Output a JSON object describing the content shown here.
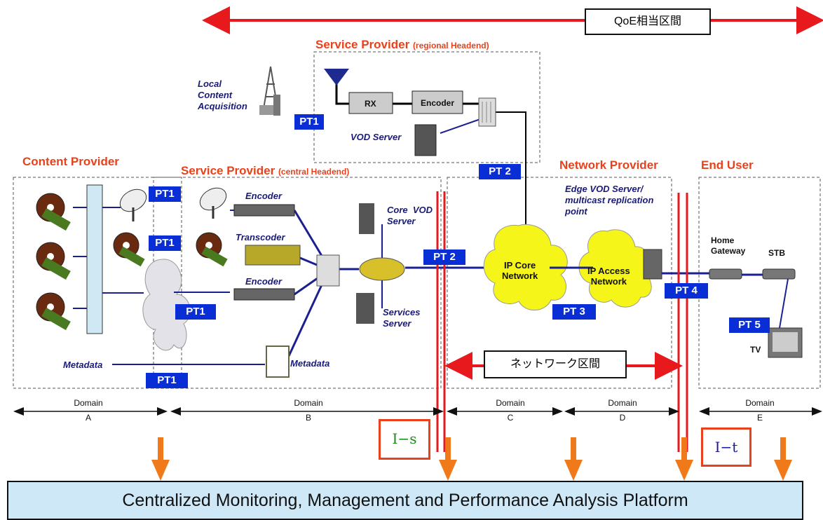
{
  "qoe_label": "QoE相当区間",
  "network_section_label": "ネットワーク区間",
  "regional_sp": {
    "title": "Service Provider",
    "subtitle": "(regional Headend)"
  },
  "local_content": "Local\nContent\nAcquisition",
  "rx_label": "RX",
  "encoder_label": "Encoder",
  "vod_server_label": "VOD Server",
  "content_provider": "Content Provider",
  "central_sp": {
    "title": "Service Provider",
    "subtitle": "(central Headend)"
  },
  "network_provider": "Network Provider",
  "end_user": "End User",
  "sp_encoder_1": "Encoder",
  "transcoder": "Transcoder",
  "sp_encoder_2": "Encoder",
  "core_vod": "Core  VOD\nServer",
  "services_server": "Services\nServer",
  "metadata_left": "Metadata",
  "metadata_right": "Metadata",
  "edge_vod": "Edge VOD Server/\nmulticast replication\npoint",
  "ip_core": "IP Core\nNetwork",
  "ip_access": "IP Access\nNetwork",
  "home_gateway": "Home\nGateway",
  "stb": "STB",
  "tv": "TV",
  "pt_labels": {
    "pt1_local": "PT1",
    "pt1_a": "PT1",
    "pt1_b": "PT1",
    "pt1_c": "PT1",
    "pt1_d": "PT1",
    "pt2_top": "PT 2",
    "pt2_mid": "PT 2",
    "pt3": "PT 3",
    "pt4": "PT 4",
    "pt5": "PT 5"
  },
  "domains": [
    {
      "word": "Domain",
      "letter": "A"
    },
    {
      "word": "Domain",
      "letter": "B"
    },
    {
      "word": "Domain",
      "letter": "C"
    },
    {
      "word": "Domain",
      "letter": "D"
    },
    {
      "word": "Domain",
      "letter": "E"
    }
  ],
  "interface_s": "I−s",
  "interface_t": "I−t",
  "platform_label": "Centralized Monitoring, Management and Performance Analysis Platform",
  "colors": {
    "red": "#e8191c",
    "orange": "#f07a1a",
    "pt_blue": "#0a2ed6",
    "navy": "#1a1a7a",
    "cloud_yellow": "#f2f21a",
    "platform_bg": "#cfe8f8"
  }
}
